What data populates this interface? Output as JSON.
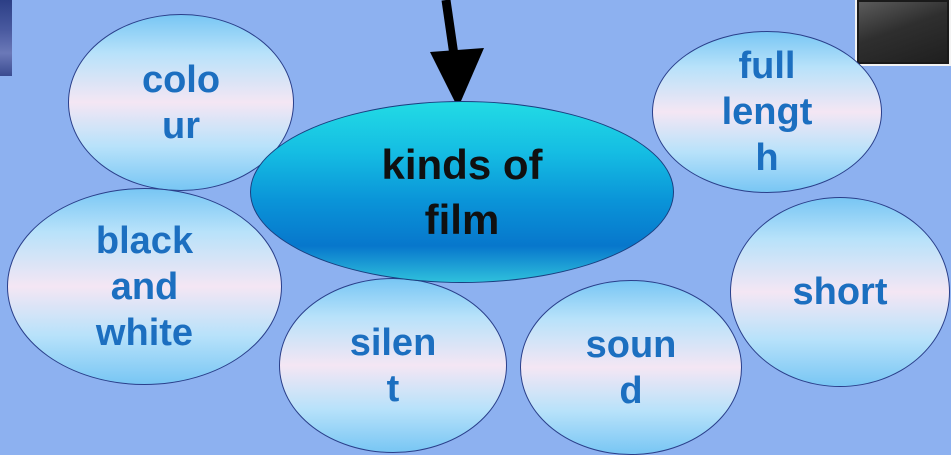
{
  "diagram": {
    "center": {
      "label": "kinds of\nfilm"
    },
    "nodes": [
      {
        "id": "colour",
        "label": "colo\nur"
      },
      {
        "id": "full-length",
        "label": "full\nlengt\nh"
      },
      {
        "id": "black-and-white",
        "label": "black\nand\nwhite"
      },
      {
        "id": "short",
        "label": "short"
      },
      {
        "id": "silent",
        "label": "silen\nt"
      },
      {
        "id": "sound",
        "label": "soun\nd"
      }
    ]
  },
  "colors": {
    "background": "#8db1f0",
    "node_text": "#1c6fc0",
    "center_text": "#101010",
    "arrow": "#000000"
  }
}
